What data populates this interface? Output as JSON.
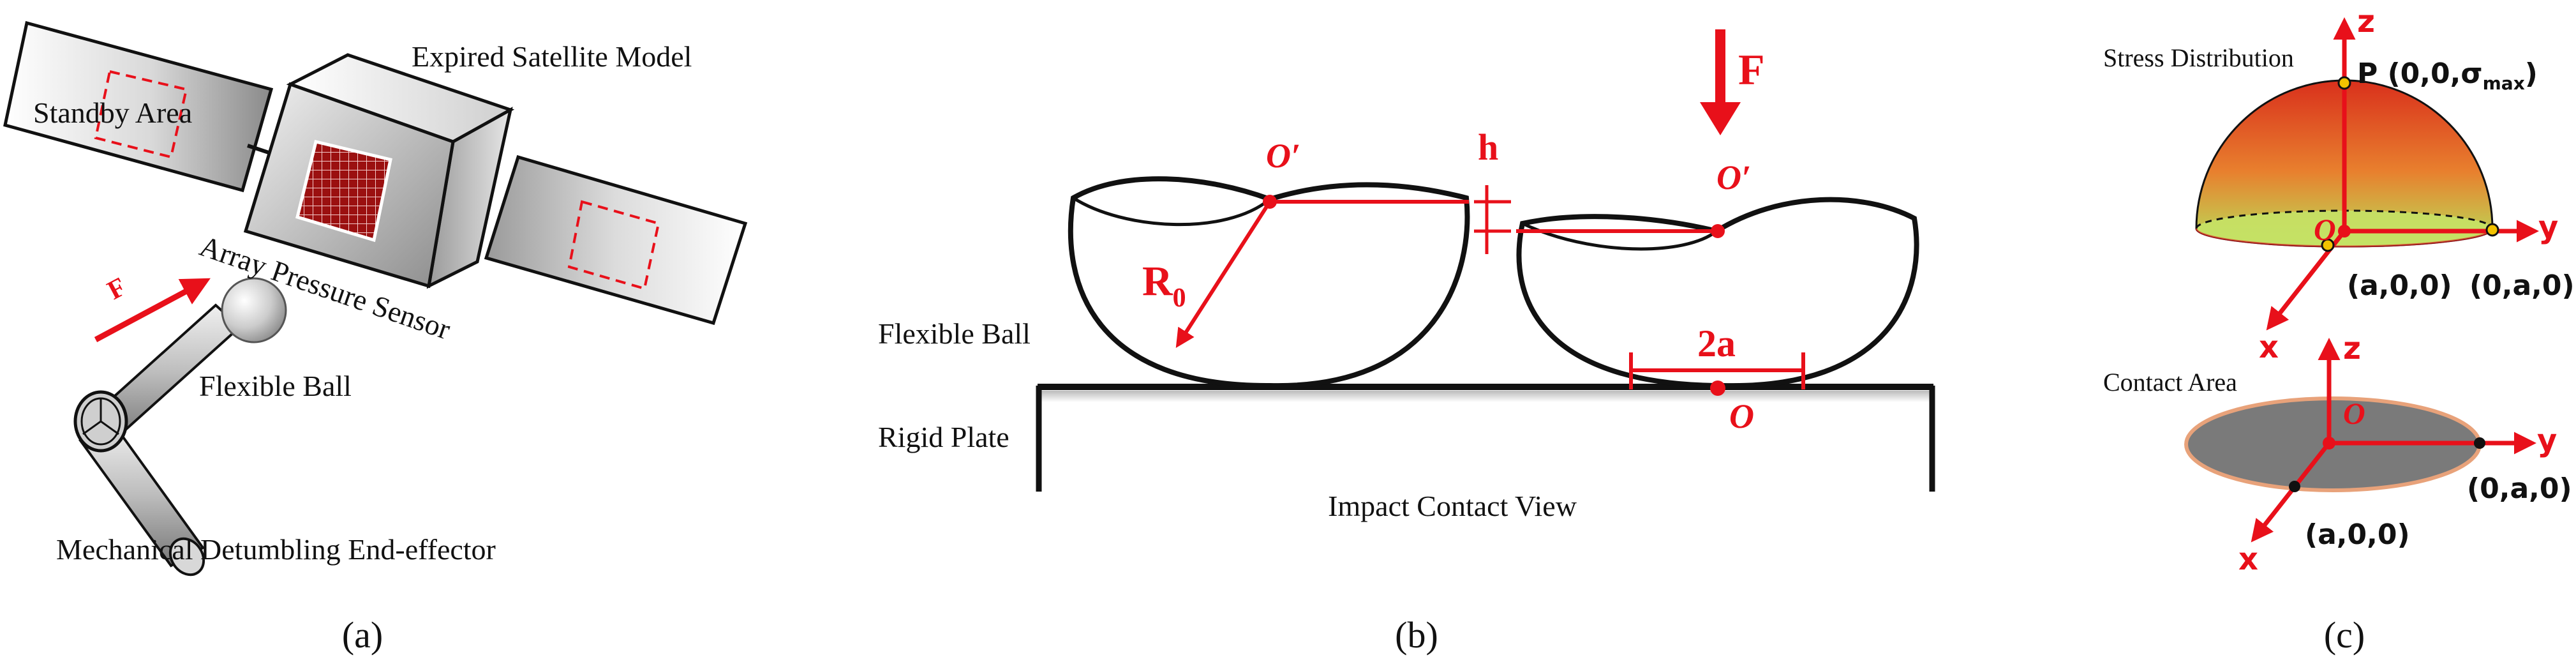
{
  "panel_a": {
    "caption": "(a)",
    "satellite_label": "Expired Satellite Model",
    "standby_label": "Standby Area",
    "sensor_label": "Array Pressure Sensor",
    "force_label": "F",
    "ball_label": "Flexible Ball",
    "effector_label": "Mechanical Detumbling End-effector"
  },
  "panel_b": {
    "caption": "(b)",
    "force_label": "F",
    "h_label": "h",
    "o_prime_left": "O′",
    "o_prime_right": "O′",
    "radius_main": "R",
    "radius_sub": "0",
    "contact_width": "2a",
    "origin_label": "O",
    "ball_label": "Flexible Ball",
    "plate_label": "Rigid Plate",
    "view_label": "Impact Contact View"
  },
  "panel_c": {
    "caption": "(c)",
    "stress_title": "Stress Distribution",
    "contact_title": "Contact Area",
    "top": {
      "z_label": "z",
      "y_label": "y",
      "x_label": "x",
      "origin_label": "O",
      "peak_prefix": "P (0,0,",
      "peak_symbol": "σ",
      "peak_sub": "max",
      "peak_suffix": ")",
      "point_x": "(a,0,0)",
      "point_y": "(0,a,0)"
    },
    "bottom": {
      "z_label": "z",
      "y_label": "y",
      "x_label": "x",
      "origin_label": "O",
      "point_x": "(a,0,0)",
      "point_y": "(0,a,0)"
    }
  },
  "colors": {
    "accent": "#e8101a",
    "line": "#111111",
    "contact_fill": "#7a7a7a",
    "contact_edge": "#e8a27a",
    "dome_top": "#d9301c",
    "dome_bottom": "#b9e05a"
  }
}
